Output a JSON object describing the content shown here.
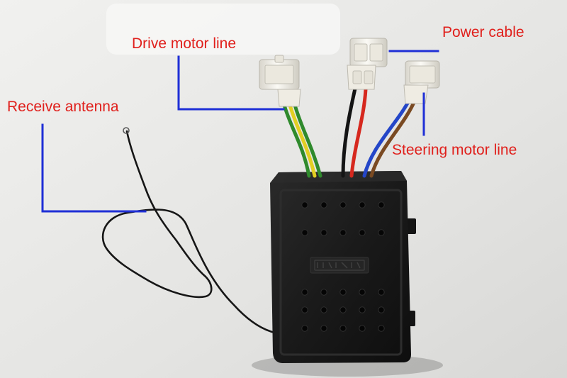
{
  "labels": {
    "drive_motor_line": "Drive motor line",
    "power_cable": "Power cable",
    "receive_antenna": "Receive antenna",
    "steering_motor_line": "Steering motor line"
  },
  "colors": {
    "background": "#e6e6e4",
    "label_text": "#e0201c",
    "leader_line": "#1f2fd6",
    "controller_body": "#1b1b1b",
    "connector_housing": "#f3f1e9",
    "wire_green": "#2f8a2c",
    "wire_yellow": "#e2cf22",
    "wire_black": "#141414",
    "wire_red": "#d6281e",
    "wire_blue": "#2446c8",
    "wire_brown": "#7a4a22"
  }
}
